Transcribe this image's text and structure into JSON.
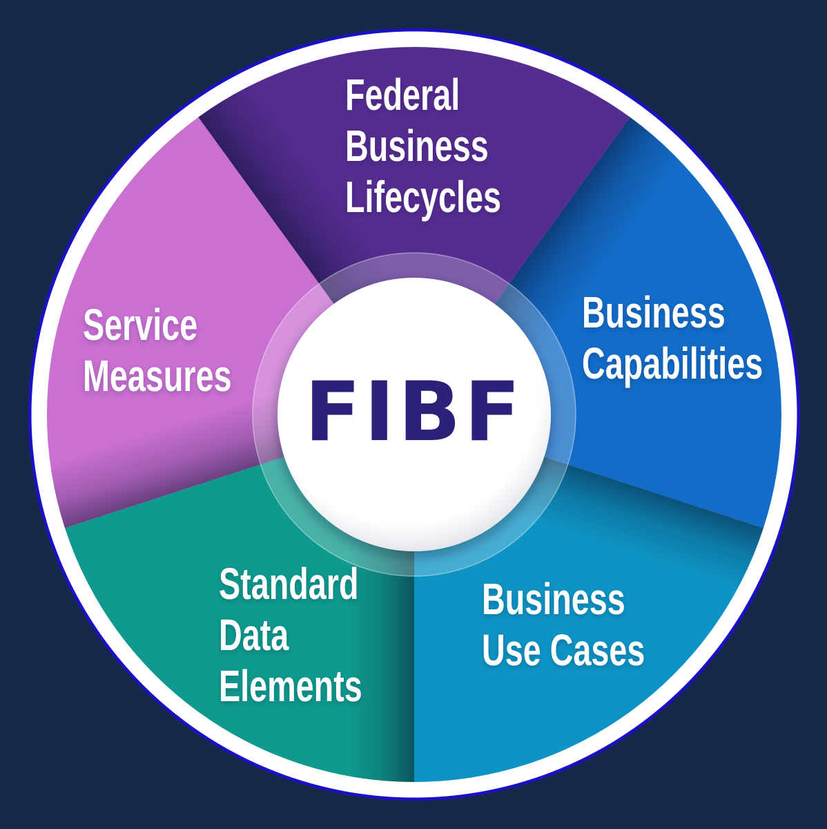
{
  "background_color": "#15294A",
  "wheel": {
    "outer_line_color": "#1B10C8",
    "ring_color": "#FFFFFF",
    "center": {
      "label": "FIBF",
      "text_color": "#2B2178",
      "circle_color": "#FFFFFF"
    }
  },
  "segments": [
    {
      "name": "federal-business-lifecycles",
      "label": "Federal\nBusiness\nLifecycles",
      "color": "#552C90",
      "text_color": "#FFFFFF",
      "position": "top"
    },
    {
      "name": "business-capabilities",
      "label": "Business\nCapabilities",
      "color": "#136CC7",
      "text_color": "#FFFFFF",
      "position": "right"
    },
    {
      "name": "business-use-cases",
      "label": "Business\nUse Cases",
      "color": "#0E94C4",
      "text_color": "#FFFFFF",
      "position": "bottom-right"
    },
    {
      "name": "standard-data-elements",
      "label": "Standard\nData\nElements",
      "color": "#0F9A8E",
      "text_color": "#FFFFFF",
      "position": "bottom-left"
    },
    {
      "name": "service-measures",
      "label": "Service\nMeasures",
      "color": "#CA70D2",
      "text_color": "#FFFFFF",
      "position": "left"
    }
  ]
}
